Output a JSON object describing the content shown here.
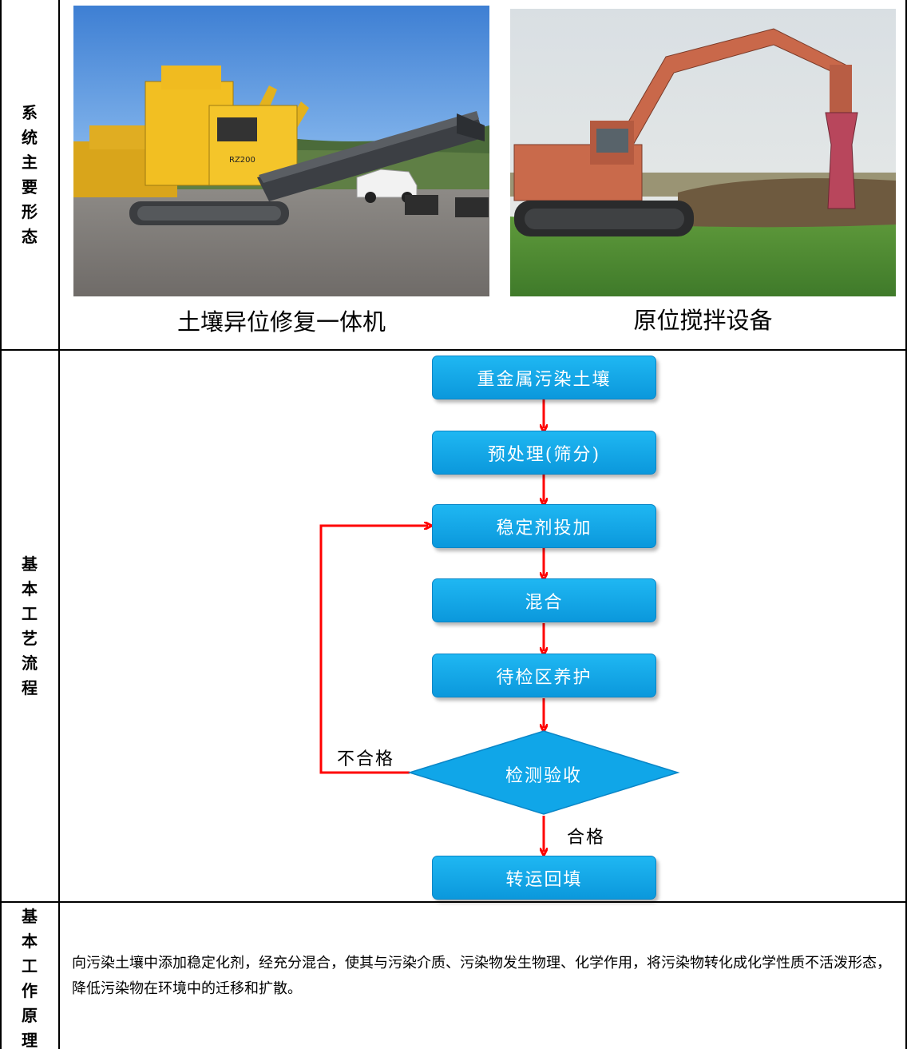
{
  "rows": {
    "form": {
      "label": "系统主要形态"
    },
    "process": {
      "label": "基本工艺流程"
    },
    "principle": {
      "label": "基本工作原理"
    }
  },
  "photos": {
    "left_caption": "土壤异位修复一体机",
    "right_caption": "原位搅拌设备",
    "left_machine_badge": "RZ200"
  },
  "flow": {
    "steps": [
      "重金属污染土壤",
      "预处理(筛分)",
      "稳定剂投加",
      "混合",
      "待检区养护"
    ],
    "decision": "检测验收",
    "fail_label": "不合格",
    "pass_label": "合格",
    "final": "转运回填"
  },
  "principle_text": "向污染土壤中添加稳定化剂，经充分混合，使其与污染介质、污染物发生物理、化学作用，将污染物转化成化学性质不活泼形态，降低污染物在环境中的迁移和扩散。",
  "colors": {
    "box": "#12a9ea",
    "arrow": "#ff0000",
    "decision": "#10a6e8"
  }
}
